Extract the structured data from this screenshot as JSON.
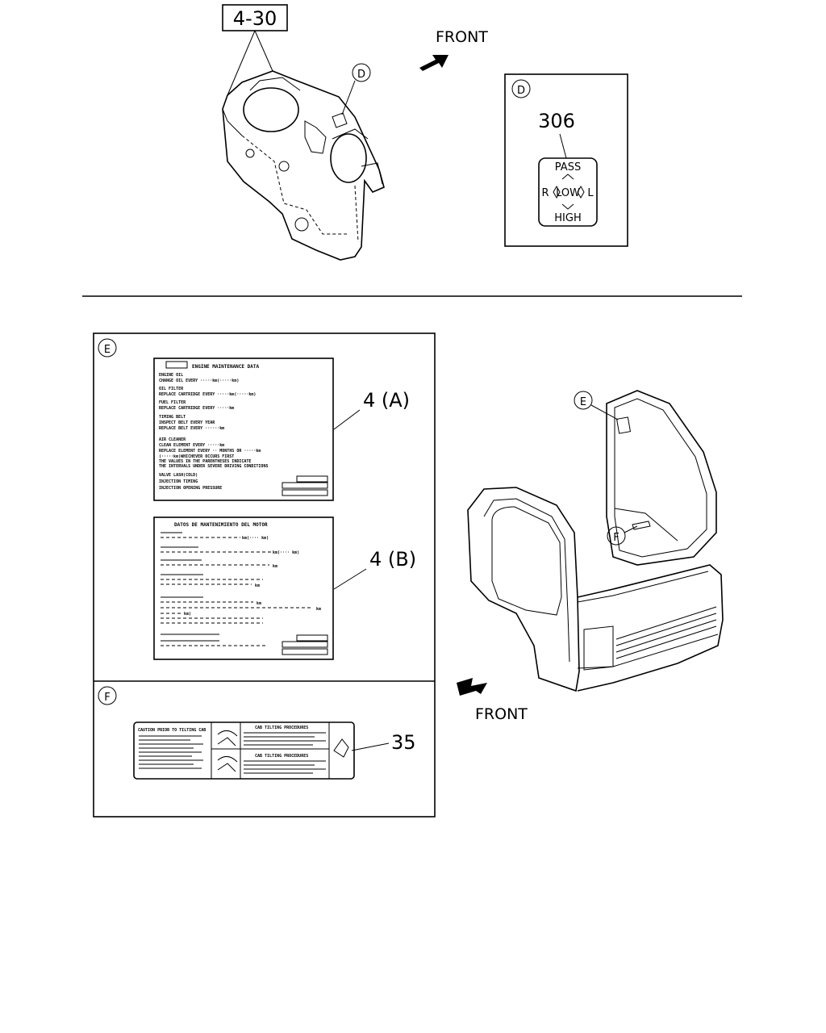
{
  "top": {
    "part_ref": "4-30",
    "front_label": "FRONT",
    "callout_d": "D"
  },
  "detail_d": {
    "letter": "D",
    "part_number": "306",
    "switch_top": "PASS",
    "switch_middle": "R",
    "switch_center": "LOW",
    "switch_right": "L",
    "switch_bottom": "HIGH"
  },
  "detail_e": {
    "letter": "E",
    "label_a_ref": "4 (A)",
    "label_b_ref": "4 (B)",
    "label_a": {
      "title": "ENGINE MAINTENANCE DATA",
      "lines": [
        "ENGINE OIL",
        "CHANGE OIL EVERY ·····km(·····km)",
        "OIL FILTER",
        "REPLACE CARTRIDGE EVERY ·····km(·····km)",
        "FUEL FILTER",
        "REPLACE CARTRIDGE EVERY ·····km",
        "TIMING BELT",
        "INSPECT BELT EVERY YEAR",
        "REPLACE BELT EVERY ······km",
        "AIR CLEANER",
        "CLEAN ELEMENT EVERY ·····km",
        "REPLACE ELEMENT EVERY ·· MONTHS OR ·····km",
        "(·····km)WHICHEVER OCCURS FIRST",
        "THE VALUES IN THE PARENTHESES INDICATE",
        "THE INTERVALS UNDER SEVERE DRIVING CONDITIONS",
        "VALVE LASH(COLD)",
        "INJECTION TIMING",
        "INJECTION OPENING PRESSURE"
      ]
    },
    "label_b": {
      "title": "DATOS DE MANTENIMIENTO DEL MOTOR",
      "units": [
        "km(···· km)",
        "km(···· km)",
        "km",
        "km",
        "km",
        "km",
        "km)"
      ]
    }
  },
  "detail_f": {
    "letter": "F",
    "part_ref": "35",
    "caution_title": "CAUTION PRIOR TO TILTING CAB",
    "procedure_title_1": "CAB TILTING PROCEDURES",
    "procedure_title_2": "CAB TILTING PROCEDURES"
  },
  "cab_view": {
    "callout_e": "E",
    "callout_f": "F",
    "front_label": "FRONT"
  }
}
